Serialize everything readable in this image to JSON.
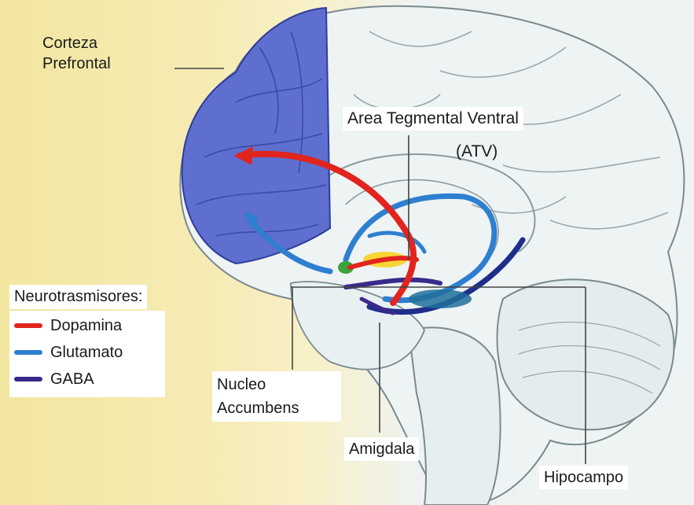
{
  "labels": {
    "prefrontal": "Corteza\nPrefrontal",
    "atv_line1": "Area Tegmental Ventral",
    "atv_line2": "(ATV)",
    "nucleus": "Nucleo\nAccumbens",
    "amygdala": "Amigdala",
    "hippocampus": "Hipocampo"
  },
  "legend": {
    "title": "Neurotrasmisores:",
    "items": [
      {
        "label": "Dopamina",
        "color": "#e2241f"
      },
      {
        "label": "Glutamato",
        "color": "#2e7fd0"
      },
      {
        "label": "GABA",
        "color": "#3a2a8a"
      }
    ]
  },
  "colors": {
    "prefrontal_fill": "#5e6fcf",
    "dopamine": "#e2241f",
    "glutamate": "#2e7fd0",
    "gaba": "#3a2a8a"
  }
}
